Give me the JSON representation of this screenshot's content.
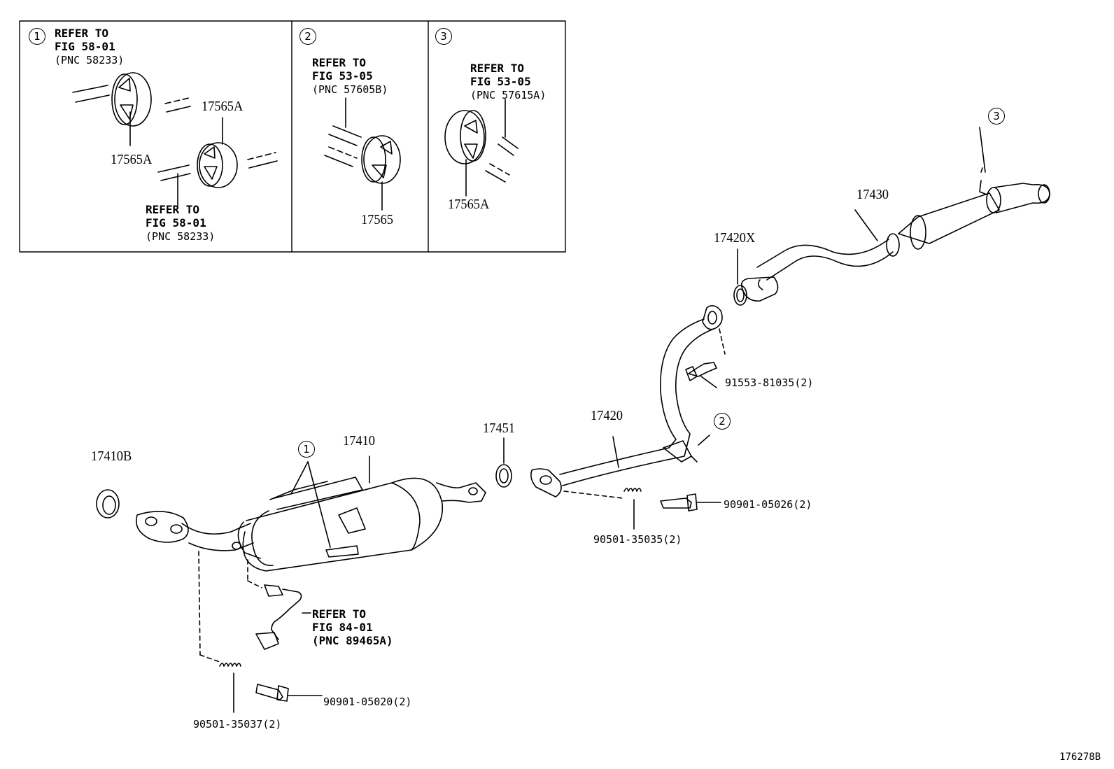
{
  "insets": [
    {
      "num": "1",
      "ref_line1": "REFER TO",
      "ref_line2": "FIG 58-01",
      "ref_line3": "(PNC 58233)",
      "part_a": "17565A",
      "part_b": "17565A",
      "ref2_line1": "REFER TO",
      "ref2_line2": "FIG 58-01",
      "ref2_line3": "(PNC 58233)"
    },
    {
      "num": "2",
      "ref_line1": "REFER TO",
      "ref_line2": "FIG 53-05",
      "ref_line3": "(PNC 57605B)",
      "part": "17565"
    },
    {
      "num": "3",
      "ref_line1": "REFER TO",
      "ref_line2": "FIG 53-05",
      "ref_line3": "(PNC 57615A)",
      "part": "17565A"
    }
  ],
  "callouts": {
    "c1": "1",
    "c2": "2",
    "c3": "3"
  },
  "parts": {
    "p17430": "17430",
    "p17420x": "17420X",
    "p91553": "91553-81035(2)",
    "p17420": "17420",
    "p17451": "17451",
    "p17410": "17410",
    "p17410b": "17410B",
    "p90901a": "90901-05026(2)",
    "p90501a": "90501-35035(2)",
    "p90901b": "90901-05020(2)",
    "p90501b": "90501-35037(2)"
  },
  "sensor_ref": {
    "line1": "REFER TO",
    "line2": "FIG 84-01",
    "line3": "(PNC 89465A)"
  },
  "diagram_code": "176278B"
}
